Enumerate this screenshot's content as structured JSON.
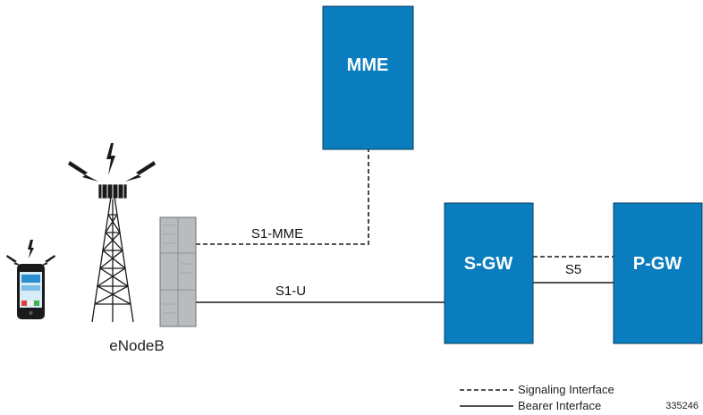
{
  "nodes": {
    "mme": {
      "label": "MME"
    },
    "sgw": {
      "label": "S-GW"
    },
    "pgw": {
      "label": "P-GW"
    },
    "enodeb": {
      "label": "eNodeB"
    }
  },
  "interfaces": {
    "s1_mme": "S1-MME",
    "s1_u": "S1-U",
    "s5": "S5"
  },
  "legend": {
    "signaling": "Signaling Interface",
    "bearer": "Bearer Interface"
  },
  "figure_id": "335246",
  "colors": {
    "node_fill": "#0A7DBF",
    "node_stroke": "#0B3B5C",
    "line": "#1a1a1a",
    "cabinet": "#B9BCBF"
  },
  "icons": [
    "mobile-phone-icon",
    "cell-tower-icon",
    "lightning-signal-icon",
    "enodeb-cabinet-icon"
  ]
}
